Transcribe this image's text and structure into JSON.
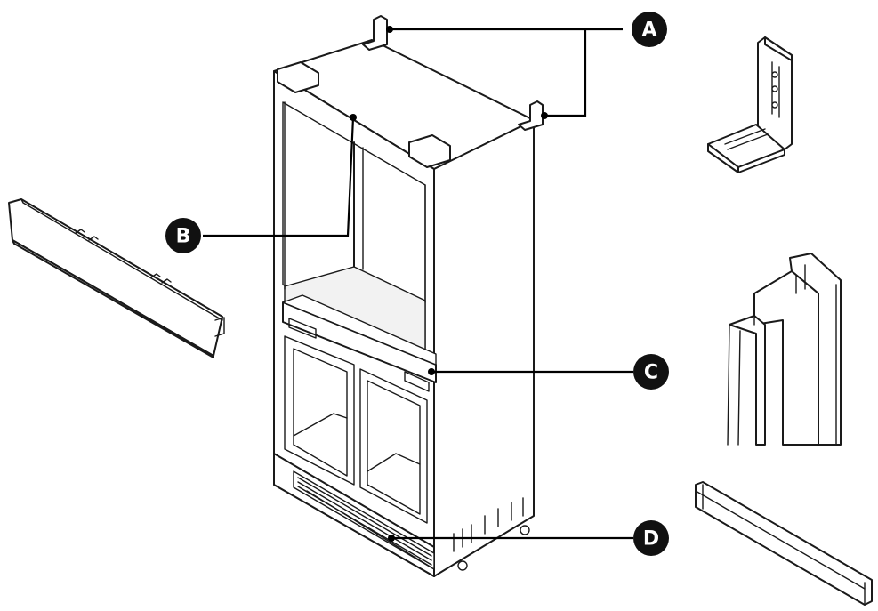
{
  "callouts": [
    {
      "id": "a",
      "label": "A"
    },
    {
      "id": "b",
      "label": "B"
    },
    {
      "id": "c",
      "label": "C"
    },
    {
      "id": "d",
      "label": "D"
    }
  ],
  "colors": {
    "ink": "#1a1a1a",
    "badge": "#111111",
    "background": "#ffffff"
  }
}
